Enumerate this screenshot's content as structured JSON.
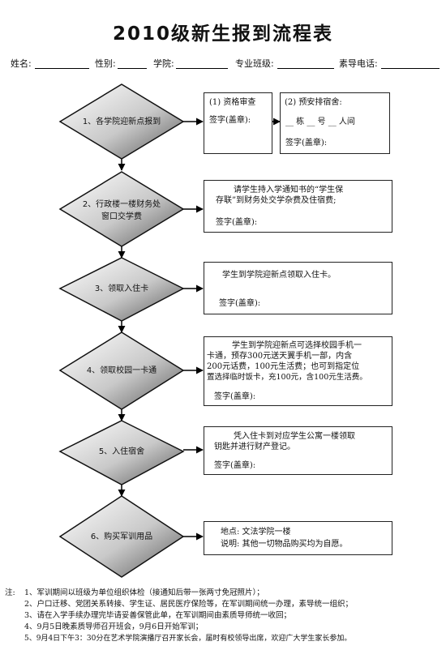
{
  "title": "2010级新生报到流程表",
  "info": {
    "name": "姓名:",
    "gender": "性别:",
    "college": "学院:",
    "major_class": "专业班级:",
    "phone": "素导电话:"
  },
  "steps": [
    {
      "label": "1、各学院迎新点报到"
    },
    {
      "label_line1": "2、行政楼一楼财务处",
      "label_line2": "窗口交学费"
    },
    {
      "label": "3、领取入住卡"
    },
    {
      "label": "4、领取校园一卡通"
    },
    {
      "label": "5、入住宿舍"
    },
    {
      "label": "6、购买军训用品"
    }
  ],
  "boxes": {
    "b1a": {
      "line1": "(1) 资格审查",
      "line2": "签字(盖章):"
    },
    "b1b": {
      "line1": "(2) 预安排宿舍:",
      "line2": "__ 栋 __ 号 __ 人间",
      "line3": "签字(盖章):"
    },
    "b2": {
      "line1": "请学生持入学通知书的“学生保",
      "line2": "存联”到财务处交学杂费及住宿费;",
      "sign": "签字(盖章):"
    },
    "b3": {
      "line1": "学生到学院迎新点领取入住卡。",
      "sign": "签字(盖章):"
    },
    "b4": {
      "line1": "学生到学院迎新点可选择校园手机一",
      "line2": "卡通，预存300元送天翼手机一部，内含",
      "line3": "200元话费，100元生活费；也可到指定位",
      "line4": "置选择临时饭卡，充100元，含100元生活费。",
      "sign": "签字(盖章):"
    },
    "b5": {
      "line1": "凭入住卡到对应学生公寓一楼领取",
      "line2": "钥匙并进行财产登记。",
      "sign": "签字(盖章):"
    },
    "b6": {
      "line1": "地点: 文法学院一楼",
      "line2": "说明: 其他一切物品购买均为自愿。"
    }
  },
  "notes": {
    "lead": "注:",
    "n1": "1、军训期间以班级为单位组织体检（接通知后带一张两寸免冠照片）；",
    "n2": "2、户口迁移、党团关系转接、学生证、居民医疗保险等，在军训期间统一办理，素导统一组织；",
    "n3": "3、请在入学手续办理完毕请妥善保管此单，在军训期间由素质导师统一收回；",
    "n4": "4、9月5日晚素质导师召开班会，9月6日开始军训；",
    "n5": "5、9月4日下午3：30分在艺术学院演播厅召开家长会，届时有校领导出席，欢迎广大学生家长参加。"
  }
}
